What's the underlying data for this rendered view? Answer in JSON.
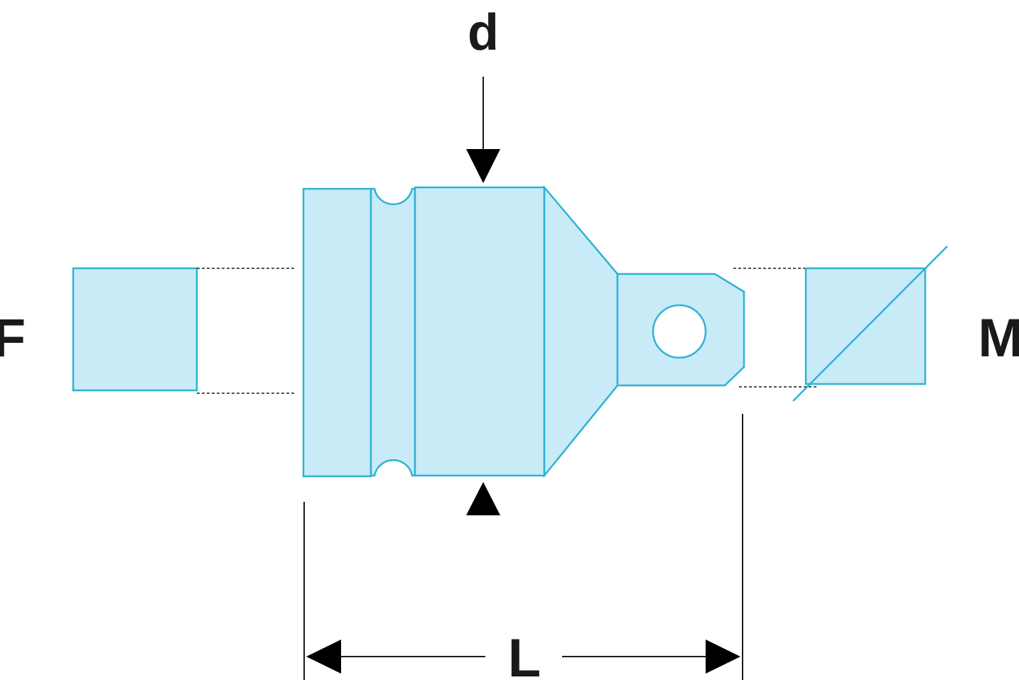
{
  "diagram": {
    "labels": {
      "diameter": "d",
      "female_end": "F",
      "male_end": "M",
      "length": "L"
    }
  },
  "colors": {
    "part_fill": "#c8ebf7",
    "part_outline": "#2fb2d4",
    "dimension_lines": "#1a1a1a",
    "background": "#ffffff"
  }
}
